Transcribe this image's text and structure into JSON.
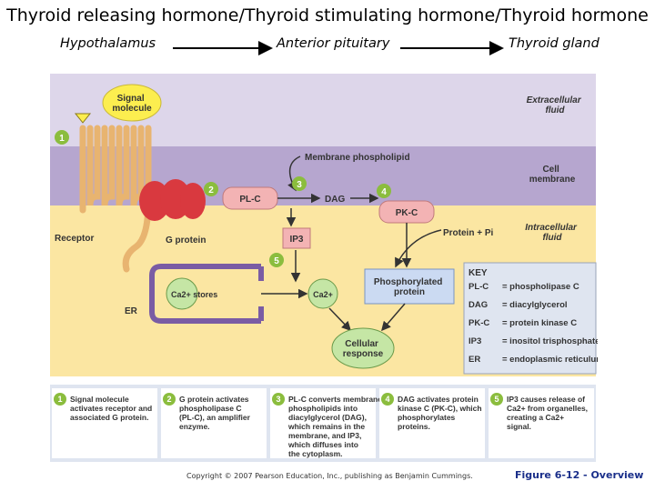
{
  "title": "Thyroid releasing hormone/Thyroid stimulating hormone/Thyroid hormone",
  "flow": {
    "step1": "Hypothalamus",
    "step2": "Anterior pituitary",
    "step3": "Thyroid gland"
  },
  "regions": {
    "extracellular": "Extracellular fluid",
    "membrane": "Cell membrane",
    "intracellular": "Intracellular fluid"
  },
  "labels": {
    "signal_molecule": "Signal molecule",
    "receptor": "Receptor",
    "g_protein": "G protein",
    "pl_c": "PL-C",
    "dag": "DAG",
    "pk_c": "PK-C",
    "ip3": "IP3",
    "membrane_phospholipid": "Membrane phospholipid",
    "protein_pi": "Protein + Pi",
    "phosphorylated_protein": "Phosphorylated protein",
    "cellular_response": "Cellular response",
    "ca_stores": "Ca2+ stores",
    "ca_free": "Ca2+",
    "er": "ER"
  },
  "key": {
    "heading": "KEY",
    "items": [
      {
        "abbr": "PL-C",
        "def": "phospholipase C"
      },
      {
        "abbr": "DAG",
        "def": "diacylglycerol"
      },
      {
        "abbr": "PK-C",
        "def": "protein kinase C"
      },
      {
        "abbr": "IP3",
        "def": "inositol trisphosphate"
      },
      {
        "abbr": "ER",
        "def": "endoplasmic reticulum"
      }
    ]
  },
  "steps": [
    {
      "num": "1",
      "text": "Signal molecule activates receptor and associated G protein."
    },
    {
      "num": "2",
      "text": "G protein activates phospholipase C (PL-C), an amplifier enzyme."
    },
    {
      "num": "3",
      "text": "PL-C converts membrane phospholipids into diacylglycerol (DAG), which remains in the membrane, and IP3, which diffuses into the cytoplasm."
    },
    {
      "num": "4",
      "text": "DAG activates protein kinase C (PK-C), which phosphorylates proteins."
    },
    {
      "num": "5",
      "text": "IP3 causes release of Ca2+ from organelles, creating a Ca2+ signal."
    }
  ],
  "copyright": "Copyright © 2007 Pearson Education, Inc., publishing as Benjamin Cummings.",
  "figure_label": "Figure 6-12 - Overview",
  "colors": {
    "extracellular": "#ddd6ea",
    "membrane": "#b6a6cf",
    "intracellular": "#fbe6a2",
    "receptor": "#e8b470",
    "g_protein": "#d9393f",
    "enzyme_pink": "#f3b3b4",
    "signal_yellow": "#fcee4f",
    "green": "#c5e6a5",
    "blue_box": "#cbdaf2",
    "step_circle": "#8bbd3e",
    "er_purple": "#7a5ca4"
  }
}
